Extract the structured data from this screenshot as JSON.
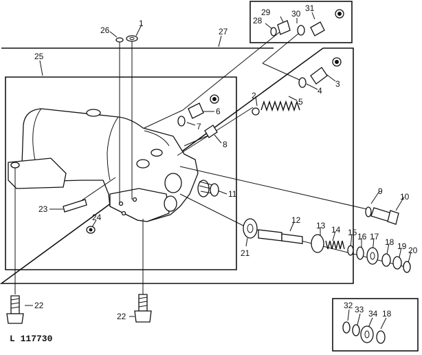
{
  "diagram": {
    "reference_code": "L 117730",
    "callouts": [
      "1",
      "2",
      "3",
      "4",
      "5",
      "6",
      "7",
      "8",
      "9",
      "10",
      "11",
      "12",
      "13",
      "14",
      "15",
      "16",
      "17",
      "18",
      "19",
      "20",
      "21",
      "22",
      "22",
      "23",
      "24",
      "25",
      "26",
      "27",
      "28",
      "29",
      "30",
      "31",
      "32",
      "33",
      "34",
      "18"
    ]
  }
}
